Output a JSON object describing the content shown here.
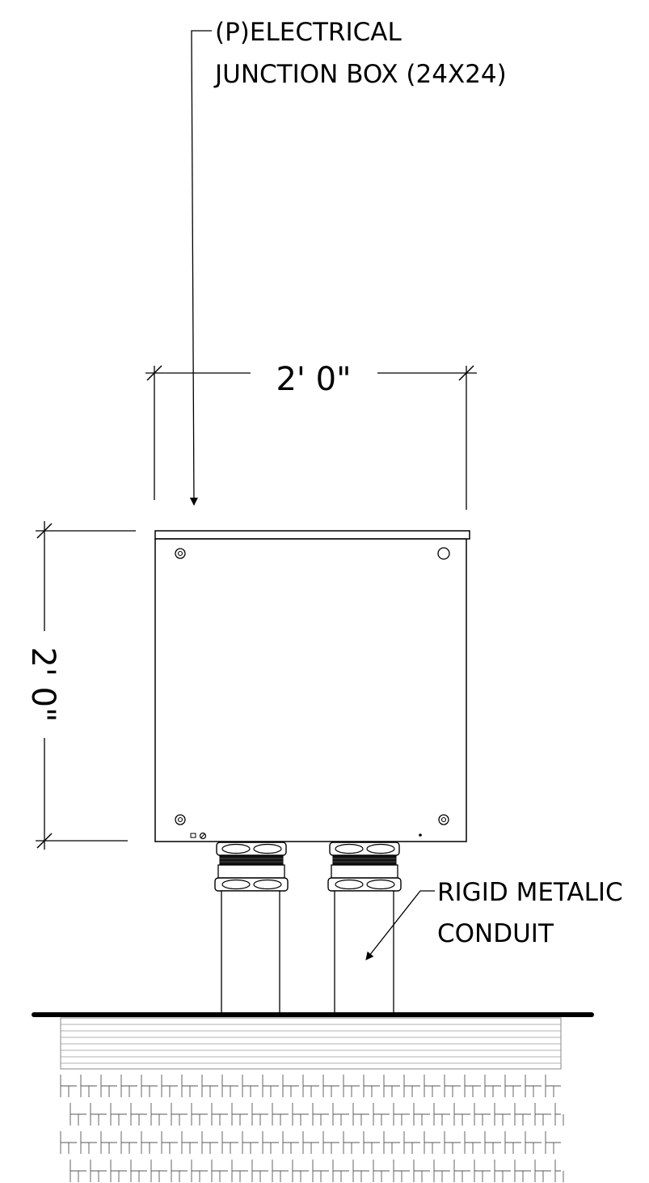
{
  "callouts": {
    "junction_box_line1": "(P)ELECTRICAL",
    "junction_box_line2": "JUNCTION BOX (24X24)",
    "conduit_line1": "RIGID METALIC",
    "conduit_line2": "CONDUIT"
  },
  "dimensions": {
    "width": "2' 0\"",
    "height": "2' 0\""
  },
  "colors": {
    "line": "#000000",
    "hatch": "#555555"
  }
}
